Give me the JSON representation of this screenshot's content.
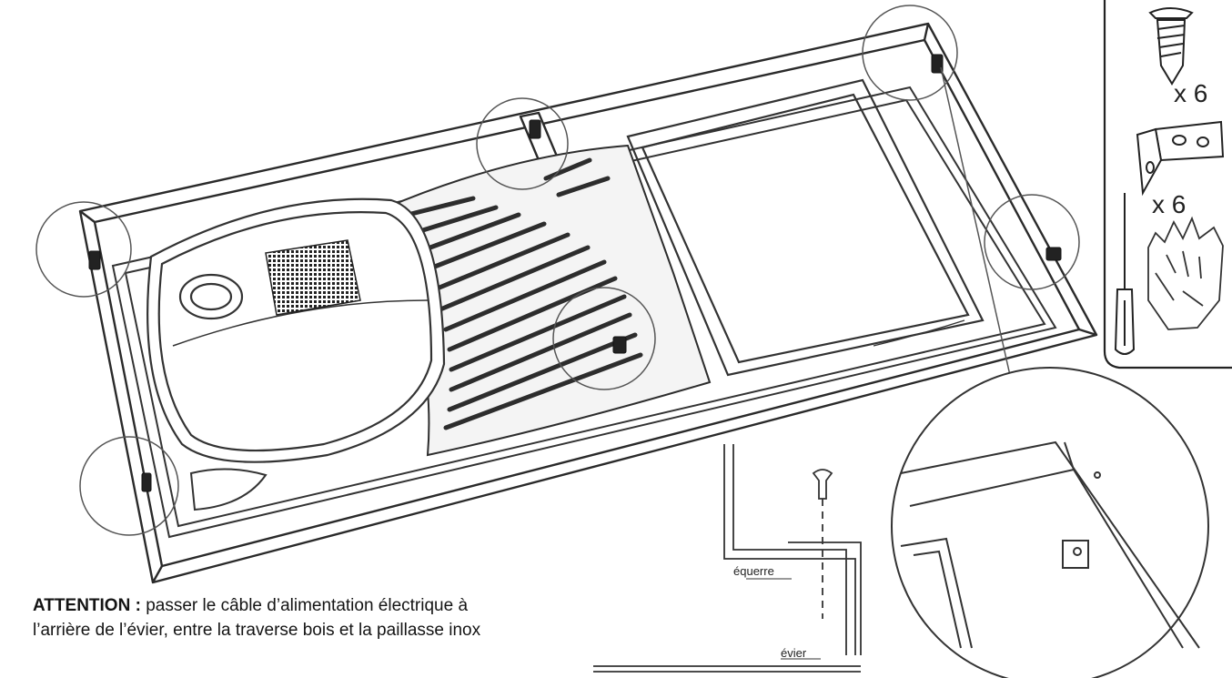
{
  "attention": {
    "lead": "ATTENTION :",
    "line1": "passer le câble d’alimentation électrique à",
    "line2": "l’arrière de l’évier, entre la traverse bois et la paillasse inox"
  },
  "parts_box": {
    "screws_qty": "x 6",
    "brackets_qty": "x 6",
    "items": [
      "screw-icon",
      "bracket-icon",
      "screwdriver-icon",
      "gloves-icon"
    ]
  },
  "detail_section": {
    "bracket_label": "équerre",
    "sink_label": "évier"
  }
}
